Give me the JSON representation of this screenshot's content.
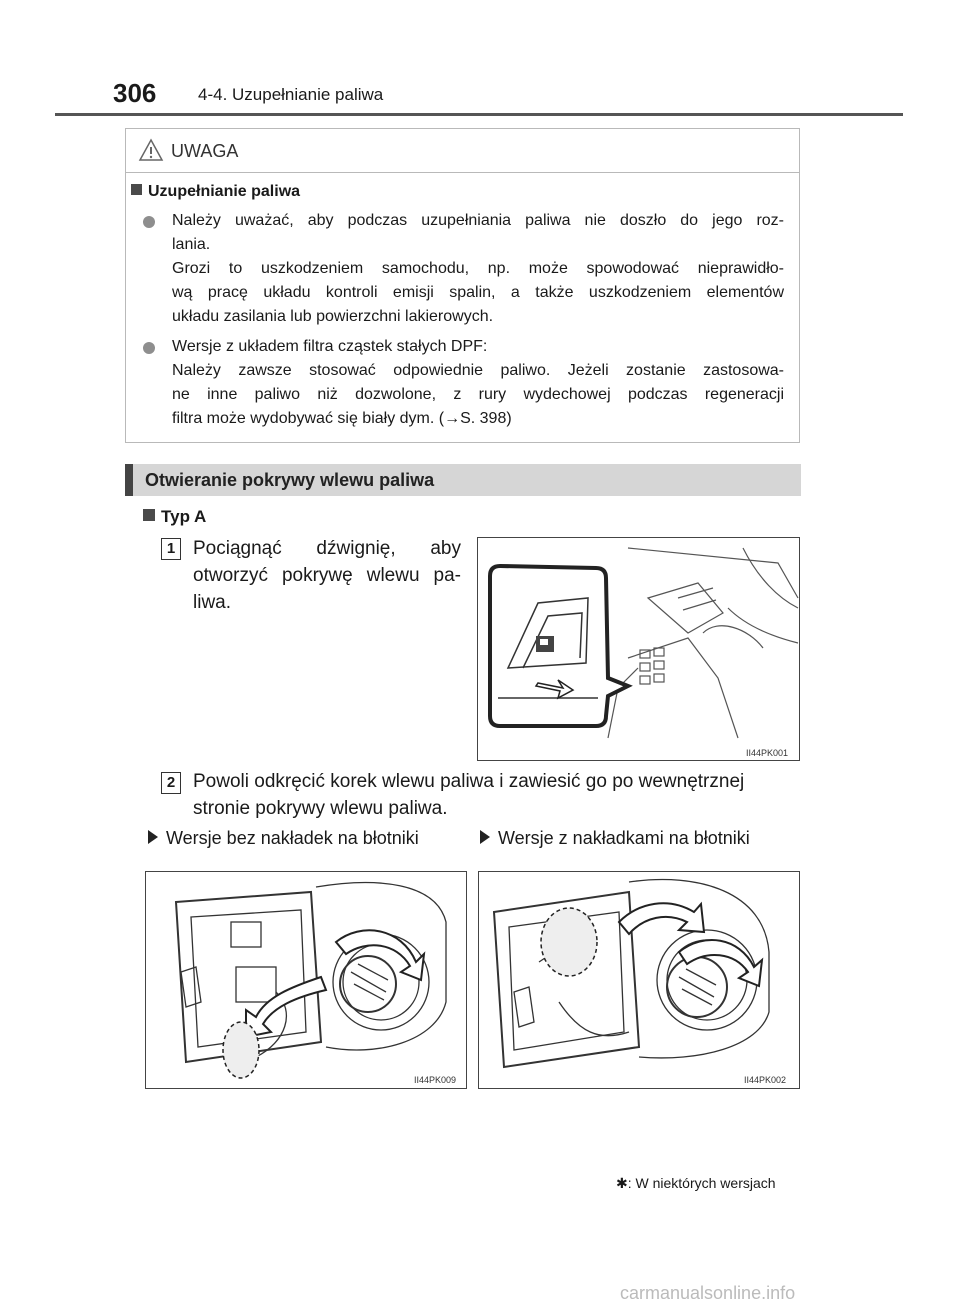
{
  "header": {
    "page_number": "306",
    "chapter": "4-4. Uzupełnianie paliwa"
  },
  "warning": {
    "title": "UWAGA",
    "section_title": "Uzupełnianie paliwa",
    "bullet1": [
      "Należy uważać, aby podczas uzupełniania paliwa nie doszło do jego roz-",
      "lania.",
      "Grozi to uszkodzeniem samochodu, np. może spowodować nieprawidło-",
      "wą pracę układu kontroli emisji spalin, a także uszkodzeniem elementów",
      "układu zasilania lub powierzchni lakierowych."
    ],
    "bullet2": [
      "Wersje z układem filtra cząstek stałych DPF:",
      "Należy zawsze stosować odpowiednie paliwo. Jeżeli zostanie zastosowa-",
      "ne inne paliwo niż dozwolone, z rury wydechowej podczas regeneracji",
      "filtra może wydobywać się biały dym. (→S. 398)"
    ]
  },
  "section": {
    "title": "Otwieranie pokrywy wlewu paliwa"
  },
  "typ": "Typ A",
  "step1": {
    "num": "1",
    "lines": [
      "Pociągnąć dźwignię, aby",
      "otworzyć pokrywę wlewu pa-",
      "liwa."
    ]
  },
  "fig1_code": "II44PK001",
  "step2": {
    "num": "2",
    "lines": [
      "Powoli odkręcić korek wlewu paliwa i zawiesić go po wewnętrznej",
      "stronie pokrywy wlewu paliwa."
    ]
  },
  "versions": {
    "left": "Wersje bez nakładek na błotniki",
    "right": "Wersje z nakładkami na błotniki"
  },
  "fig2_code": "II44PK009",
  "fig3_code": "II44PK002",
  "footnote": "✱: W niektórych wersjach",
  "watermark": "carmanualsonline.info"
}
